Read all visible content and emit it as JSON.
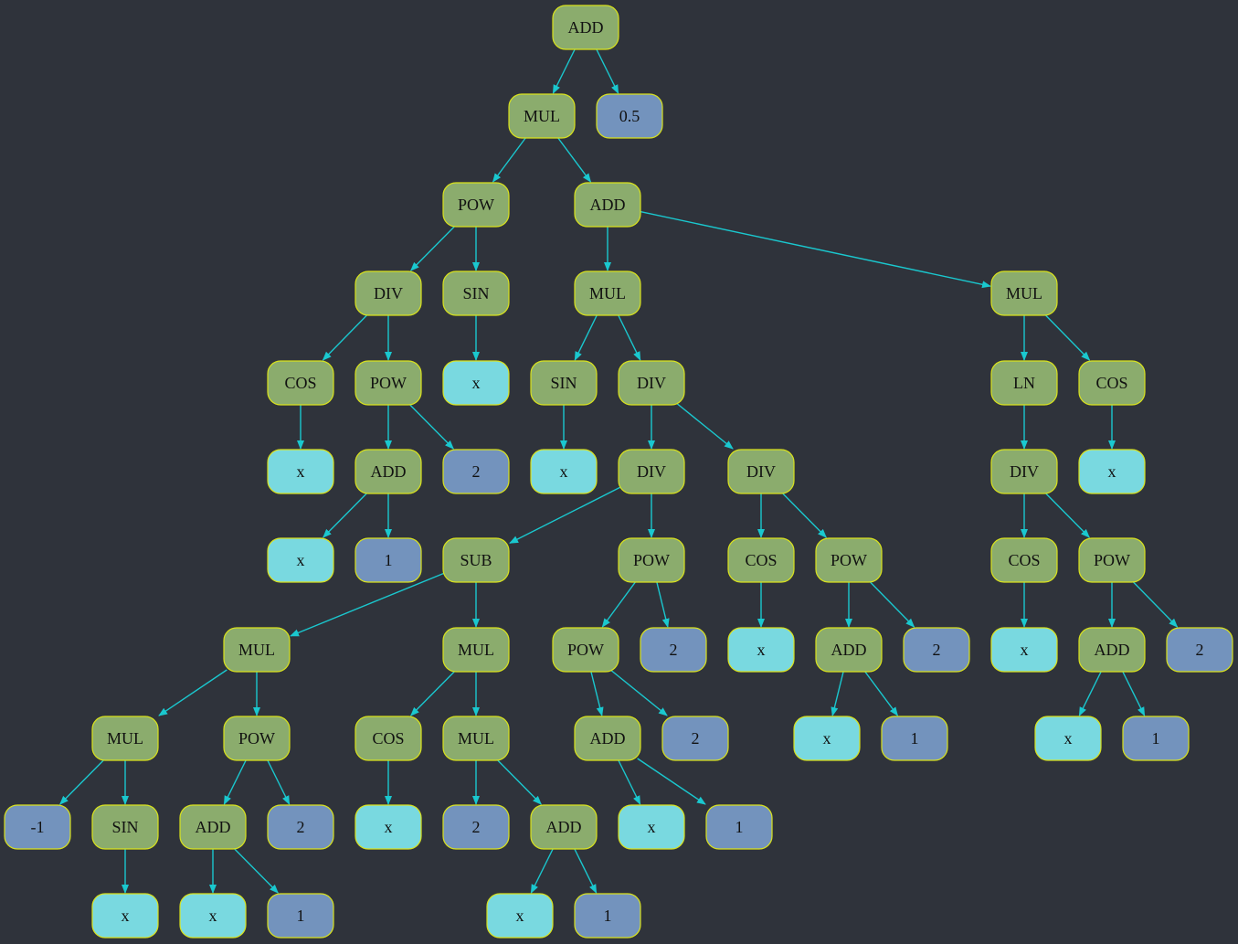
{
  "colors": {
    "background": "#2f333b",
    "operator_fill": "#8bac6d",
    "variable_fill": "#79d9e0",
    "constant_fill": "#7393bd",
    "node_border": "#d9e21c",
    "edge": "#1ac8cf"
  },
  "nodes": [
    {
      "id": "n1",
      "label": "ADD",
      "kind": "operator"
    },
    {
      "id": "n2",
      "label": "MUL",
      "kind": "operator"
    },
    {
      "id": "n3",
      "label": "0.5",
      "kind": "constant"
    },
    {
      "id": "n4",
      "label": "POW",
      "kind": "operator"
    },
    {
      "id": "n5",
      "label": "ADD",
      "kind": "operator"
    },
    {
      "id": "n6",
      "label": "DIV",
      "kind": "operator"
    },
    {
      "id": "n7",
      "label": "SIN",
      "kind": "operator"
    },
    {
      "id": "n8",
      "label": "MUL",
      "kind": "operator"
    },
    {
      "id": "n9",
      "label": "MUL",
      "kind": "operator"
    },
    {
      "id": "n10",
      "label": "COS",
      "kind": "operator"
    },
    {
      "id": "n11",
      "label": "POW",
      "kind": "operator"
    },
    {
      "id": "n12",
      "label": "x",
      "kind": "variable"
    },
    {
      "id": "n13",
      "label": "SIN",
      "kind": "operator"
    },
    {
      "id": "n14",
      "label": "DIV",
      "kind": "operator"
    },
    {
      "id": "n15",
      "label": "LN",
      "kind": "operator"
    },
    {
      "id": "n16",
      "label": "COS",
      "kind": "operator"
    },
    {
      "id": "n17",
      "label": "x",
      "kind": "variable"
    },
    {
      "id": "n18",
      "label": "ADD",
      "kind": "operator"
    },
    {
      "id": "n19",
      "label": "2",
      "kind": "constant"
    },
    {
      "id": "n20",
      "label": "x",
      "kind": "variable"
    },
    {
      "id": "n21",
      "label": "DIV",
      "kind": "operator"
    },
    {
      "id": "n22",
      "label": "DIV",
      "kind": "operator"
    },
    {
      "id": "n23",
      "label": "DIV",
      "kind": "operator"
    },
    {
      "id": "n24",
      "label": "x",
      "kind": "variable"
    },
    {
      "id": "n25",
      "label": "x",
      "kind": "variable"
    },
    {
      "id": "n26",
      "label": "1",
      "kind": "constant"
    },
    {
      "id": "n27",
      "label": "SUB",
      "kind": "operator"
    },
    {
      "id": "n28",
      "label": "POW",
      "kind": "operator"
    },
    {
      "id": "n29",
      "label": "COS",
      "kind": "operator"
    },
    {
      "id": "n30",
      "label": "POW",
      "kind": "operator"
    },
    {
      "id": "n31",
      "label": "COS",
      "kind": "operator"
    },
    {
      "id": "n32",
      "label": "POW",
      "kind": "operator"
    },
    {
      "id": "n33",
      "label": "MUL",
      "kind": "operator"
    },
    {
      "id": "n34",
      "label": "MUL",
      "kind": "operator"
    },
    {
      "id": "n35",
      "label": "POW",
      "kind": "operator"
    },
    {
      "id": "n36",
      "label": "2",
      "kind": "constant"
    },
    {
      "id": "n37",
      "label": "x",
      "kind": "variable"
    },
    {
      "id": "n38",
      "label": "ADD",
      "kind": "operator"
    },
    {
      "id": "n39",
      "label": "2",
      "kind": "constant"
    },
    {
      "id": "n40",
      "label": "x",
      "kind": "variable"
    },
    {
      "id": "n41",
      "label": "ADD",
      "kind": "operator"
    },
    {
      "id": "n42",
      "label": "2",
      "kind": "constant"
    },
    {
      "id": "n43",
      "label": "MUL",
      "kind": "operator"
    },
    {
      "id": "n44",
      "label": "POW",
      "kind": "operator"
    },
    {
      "id": "n45",
      "label": "COS",
      "kind": "operator"
    },
    {
      "id": "n46",
      "label": "MUL",
      "kind": "operator"
    },
    {
      "id": "n47",
      "label": "ADD",
      "kind": "operator"
    },
    {
      "id": "n48",
      "label": "2",
      "kind": "constant"
    },
    {
      "id": "n49",
      "label": "x",
      "kind": "variable"
    },
    {
      "id": "n50",
      "label": "1",
      "kind": "constant"
    },
    {
      "id": "n51",
      "label": "x",
      "kind": "variable"
    },
    {
      "id": "n52",
      "label": "1",
      "kind": "constant"
    },
    {
      "id": "n53",
      "label": "-1",
      "kind": "constant"
    },
    {
      "id": "n54",
      "label": "SIN",
      "kind": "operator"
    },
    {
      "id": "n55",
      "label": "ADD",
      "kind": "operator"
    },
    {
      "id": "n56",
      "label": "2",
      "kind": "constant"
    },
    {
      "id": "n57",
      "label": "x",
      "kind": "variable"
    },
    {
      "id": "n58",
      "label": "2",
      "kind": "constant"
    },
    {
      "id": "n59",
      "label": "ADD",
      "kind": "operator"
    },
    {
      "id": "n60",
      "label": "x",
      "kind": "variable"
    },
    {
      "id": "n61",
      "label": "1",
      "kind": "constant"
    },
    {
      "id": "n62",
      "label": "x",
      "kind": "variable"
    },
    {
      "id": "n63",
      "label": "x",
      "kind": "variable"
    },
    {
      "id": "n64",
      "label": "1",
      "kind": "constant"
    },
    {
      "id": "n65",
      "label": "x",
      "kind": "variable"
    },
    {
      "id": "n66",
      "label": "1",
      "kind": "constant"
    }
  ],
  "edges": [
    [
      "n1",
      "n2"
    ],
    [
      "n1",
      "n3"
    ],
    [
      "n2",
      "n4"
    ],
    [
      "n2",
      "n5"
    ],
    [
      "n4",
      "n6"
    ],
    [
      "n4",
      "n7"
    ],
    [
      "n5",
      "n8"
    ],
    [
      "n5",
      "n9"
    ],
    [
      "n6",
      "n10"
    ],
    [
      "n6",
      "n11"
    ],
    [
      "n7",
      "n12"
    ],
    [
      "n8",
      "n13"
    ],
    [
      "n8",
      "n14"
    ],
    [
      "n9",
      "n15"
    ],
    [
      "n9",
      "n16"
    ],
    [
      "n10",
      "n17"
    ],
    [
      "n11",
      "n18"
    ],
    [
      "n11",
      "n19"
    ],
    [
      "n13",
      "n20"
    ],
    [
      "n14",
      "n21"
    ],
    [
      "n14",
      "n22"
    ],
    [
      "n15",
      "n23"
    ],
    [
      "n16",
      "n24"
    ],
    [
      "n18",
      "n25"
    ],
    [
      "n18",
      "n26"
    ],
    [
      "n21",
      "n27"
    ],
    [
      "n21",
      "n28"
    ],
    [
      "n22",
      "n29"
    ],
    [
      "n22",
      "n30"
    ],
    [
      "n23",
      "n31"
    ],
    [
      "n23",
      "n32"
    ],
    [
      "n27",
      "n33"
    ],
    [
      "n27",
      "n34"
    ],
    [
      "n28",
      "n35"
    ],
    [
      "n28",
      "n36"
    ],
    [
      "n29",
      "n37"
    ],
    [
      "n30",
      "n38"
    ],
    [
      "n30",
      "n39"
    ],
    [
      "n31",
      "n40"
    ],
    [
      "n32",
      "n41"
    ],
    [
      "n32",
      "n42"
    ],
    [
      "n33",
      "n43"
    ],
    [
      "n33",
      "n44"
    ],
    [
      "n34",
      "n45"
    ],
    [
      "n34",
      "n46"
    ],
    [
      "n35",
      "n47"
    ],
    [
      "n35",
      "n48"
    ],
    [
      "n38",
      "n49"
    ],
    [
      "n38",
      "n50"
    ],
    [
      "n41",
      "n51"
    ],
    [
      "n41",
      "n52"
    ],
    [
      "n43",
      "n53"
    ],
    [
      "n43",
      "n54"
    ],
    [
      "n44",
      "n55"
    ],
    [
      "n44",
      "n56"
    ],
    [
      "n45",
      "n57"
    ],
    [
      "n46",
      "n58"
    ],
    [
      "n46",
      "n59"
    ],
    [
      "n47",
      "n60"
    ],
    [
      "n47",
      "n61"
    ],
    [
      "n54",
      "n62"
    ],
    [
      "n55",
      "n63"
    ],
    [
      "n55",
      "n64"
    ],
    [
      "n59",
      "n65"
    ],
    [
      "n59",
      "n66"
    ]
  ]
}
